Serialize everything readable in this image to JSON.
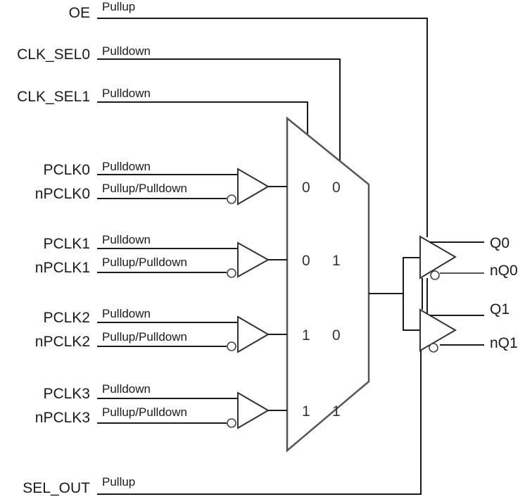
{
  "diagram": {
    "control_inputs": {
      "oe": {
        "name": "OE",
        "bias": "Pullup"
      },
      "clk_sel0": {
        "name": "CLK_SEL0",
        "bias": "Pulldown"
      },
      "clk_sel1": {
        "name": "CLK_SEL1",
        "bias": "Pulldown"
      },
      "sel_out": {
        "name": "SEL_OUT",
        "bias": "Pullup"
      }
    },
    "clock_inputs": [
      {
        "pos": "PCLK0",
        "pos_bias": "Pulldown",
        "neg": "nPCLK0",
        "neg_bias": "Pullup/Pulldown",
        "sel": [
          "0",
          "0"
        ]
      },
      {
        "pos": "PCLK1",
        "pos_bias": "Pulldown",
        "neg": "nPCLK1",
        "neg_bias": "Pullup/Pulldown",
        "sel": [
          "0",
          "1"
        ]
      },
      {
        "pos": "PCLK2",
        "pos_bias": "Pulldown",
        "neg": "nPCLK2",
        "neg_bias": "Pullup/Pulldown",
        "sel": [
          "1",
          "0"
        ]
      },
      {
        "pos": "PCLK3",
        "pos_bias": "Pulldown",
        "neg": "nPCLK3",
        "neg_bias": "Pullup/Pulldown",
        "sel": [
          "1",
          "1"
        ]
      }
    ],
    "outputs": [
      {
        "true": "Q0",
        "comp": "nQ0"
      },
      {
        "true": "Q1",
        "comp": "nQ1"
      }
    ]
  }
}
